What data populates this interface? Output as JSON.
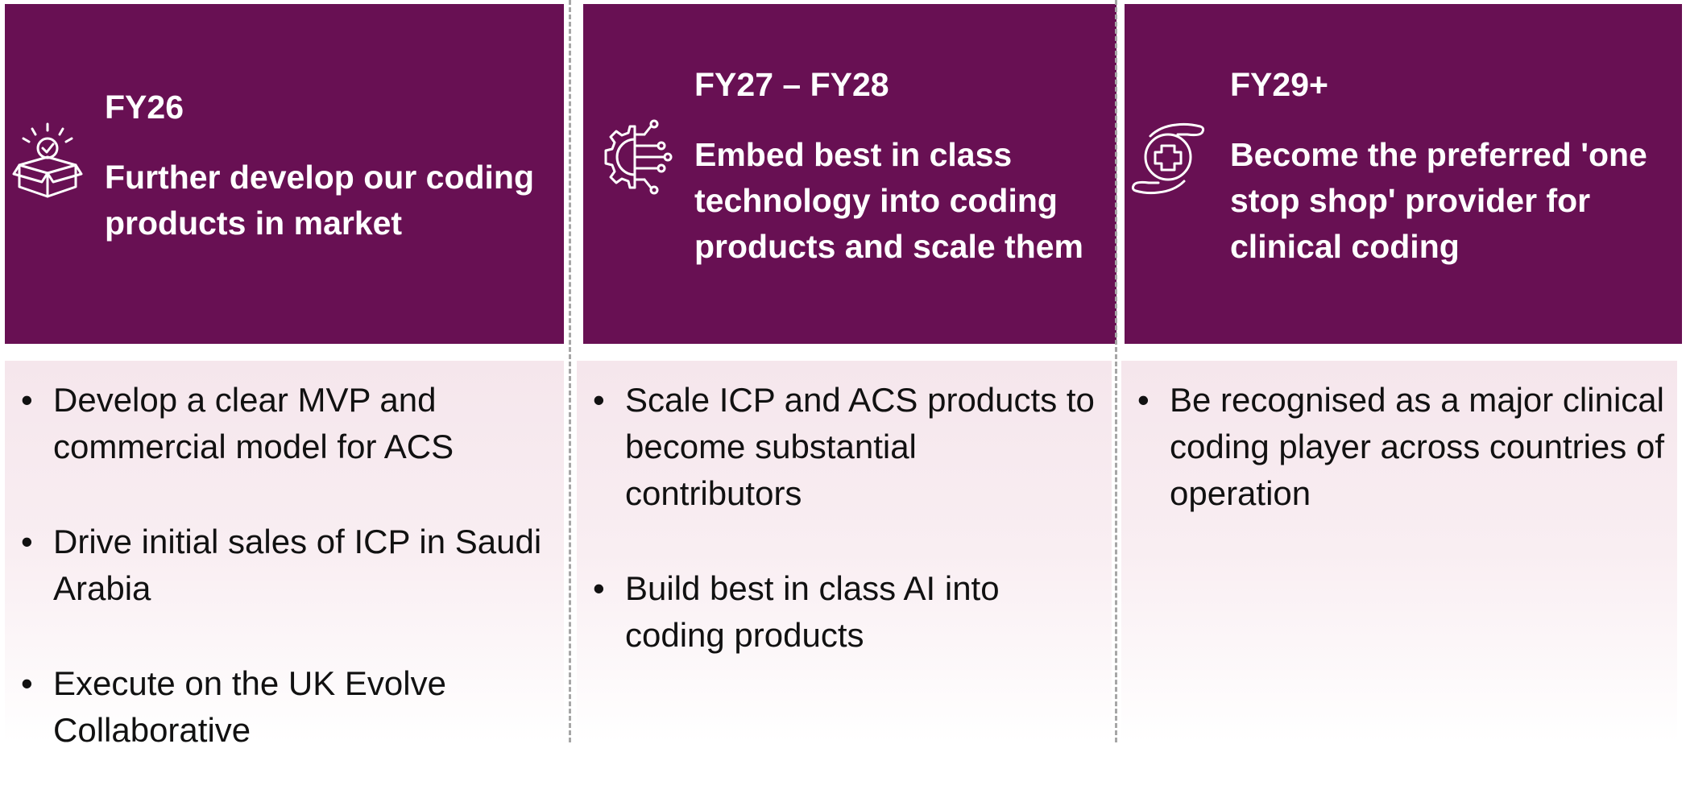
{
  "columns": [
    {
      "period": "FY26",
      "title": "Further develop our coding products in market",
      "icon": "box-checkmark-icon",
      "points": [
        "Develop a clear MVP and commercial model for ACS",
        "Drive initial sales of ICP in Saudi Arabia",
        "Execute on the UK Evolve Collaborative"
      ]
    },
    {
      "period": "FY27 – FY28",
      "title": "Embed best in class technology into coding products and scale them",
      "icon": "gear-circuit-icon",
      "points": [
        "Scale ICP and ACS products to become substantial contributors",
        "Build best in class AI into coding products"
      ]
    },
    {
      "period": "FY29+",
      "title": "Become the preferred 'one stop shop' provider for clinical coding",
      "icon": "healthcare-hands-icon",
      "points": [
        "Be recognised as a major clinical coding player across countries of operation"
      ]
    }
  ],
  "colors": {
    "header_bg": "#681053",
    "header_text": "#ffffff",
    "body_bg": "#f5e6ec",
    "body_text": "#111111",
    "divider": "#a6a6a6"
  }
}
